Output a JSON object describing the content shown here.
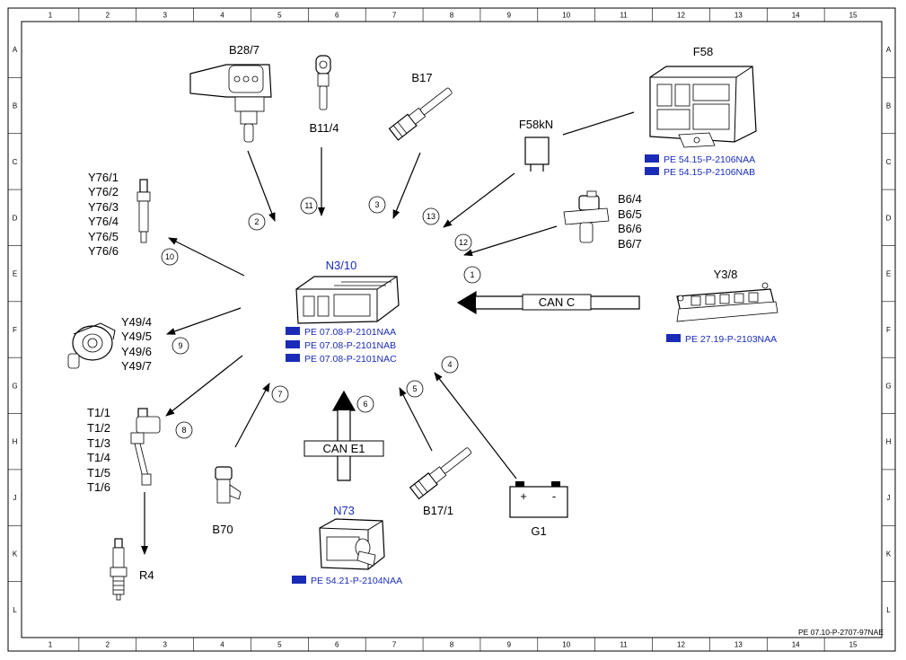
{
  "grid": {
    "columns": [
      "1",
      "2",
      "3",
      "4",
      "5",
      "6",
      "7",
      "8",
      "9",
      "10",
      "11",
      "12",
      "13",
      "14",
      "15"
    ],
    "rows": [
      "A",
      "B",
      "C",
      "D",
      "E",
      "F",
      "G",
      "H",
      "J",
      "K",
      "L"
    ]
  },
  "footer_ref": "PE 07.10-P-2707-97NAE",
  "center": {
    "label": "N3/10",
    "refs": [
      "PE 07.08-P-2101NAA",
      "PE 07.08-P-2101NAB",
      "PE 07.08-P-2101NAC"
    ]
  },
  "components": {
    "b28_7": "B28/7",
    "b11_4": "B11/4",
    "b17": "B17",
    "f58kn": "F58kN",
    "f58": "F58",
    "f58_refs": [
      "PE 54.15-P-2106NAA",
      "PE 54.15-P-2106NAB"
    ],
    "b6_labels": [
      "B6/4",
      "B6/5",
      "B6/6",
      "B6/7"
    ],
    "y76_labels": [
      "Y76/1",
      "Y76/2",
      "Y76/3",
      "Y76/4",
      "Y76/5",
      "Y76/6"
    ],
    "y3_8": "Y3/8",
    "y3_8_ref": "PE 27.19-P-2103NAA",
    "y49_labels": [
      "Y49/4",
      "Y49/5",
      "Y49/6",
      "Y49/7"
    ],
    "t1_labels": [
      "T1/1",
      "T1/2",
      "T1/3",
      "T1/4",
      "T1/5",
      "T1/6"
    ],
    "r4": "R4",
    "b70": "B70",
    "n73": "N73",
    "n73_ref": "PE 54.21-P-2104NAA",
    "b17_1": "B17/1",
    "g1": "G1",
    "g1_plus": "+",
    "g1_minus": "-"
  },
  "buses": {
    "can_c": "CAN C",
    "can_e1": "CAN E1"
  },
  "callouts": [
    "1",
    "2",
    "3",
    "4",
    "5",
    "6",
    "7",
    "8",
    "9",
    "10",
    "11",
    "12",
    "13"
  ]
}
